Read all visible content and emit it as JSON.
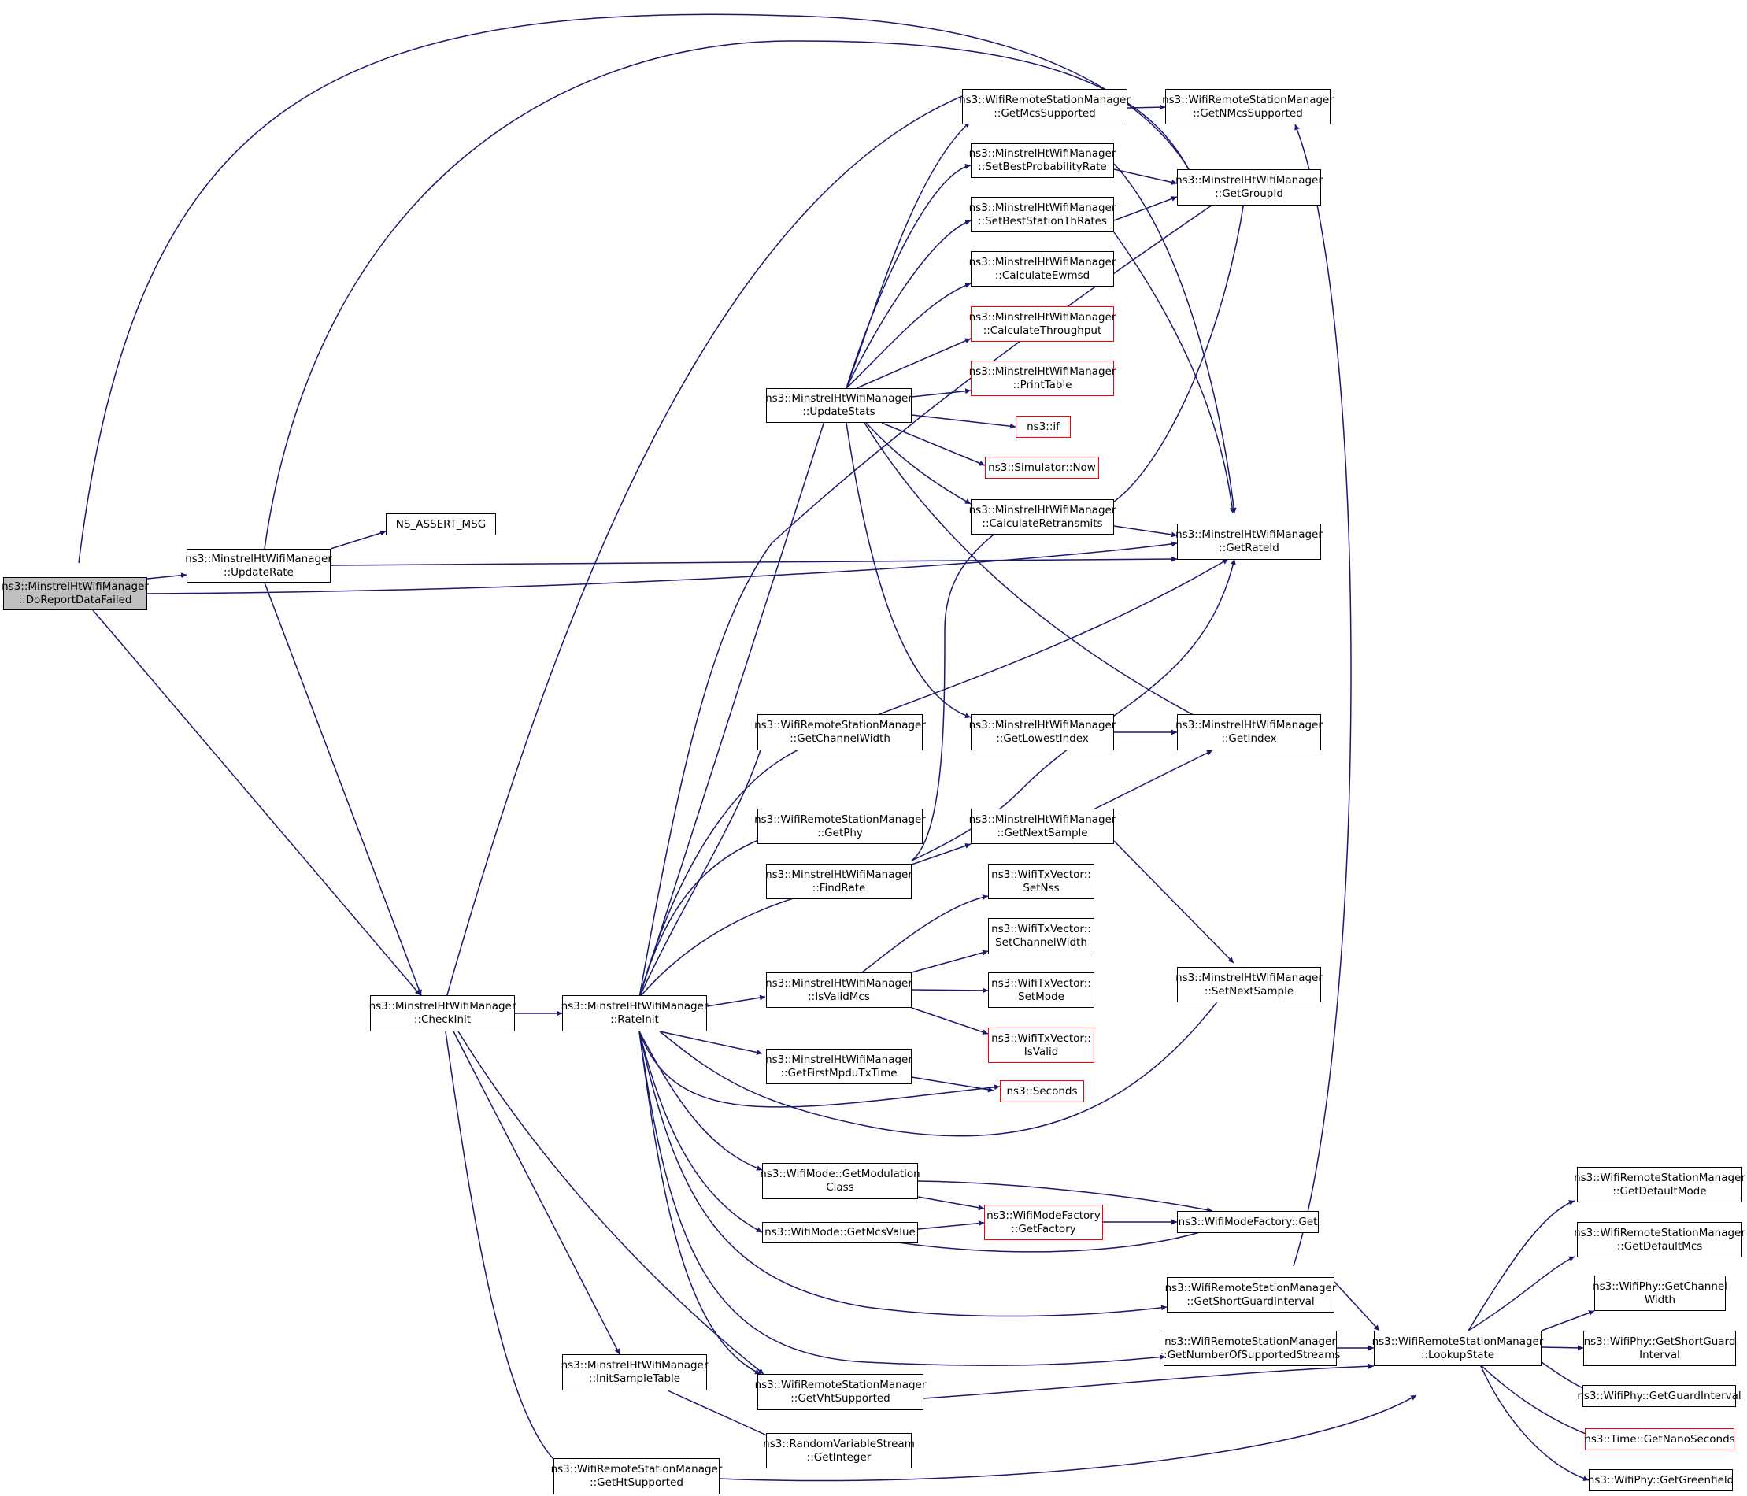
{
  "nodes": {
    "n0": {
      "l1": "ns3::MinstrelHtWifiManager",
      "l2": "::DoReportDataFailed"
    },
    "n1": {
      "l1": "ns3::MinstrelHtWifiManager",
      "l2": "::UpdateRate"
    },
    "n2": {
      "l1": "NS_ASSERT_MSG",
      "l2": ""
    },
    "n3": {
      "l1": "ns3::MinstrelHtWifiManager",
      "l2": "::CheckInit"
    },
    "n4": {
      "l1": "ns3::MinstrelHtWifiManager",
      "l2": "::RateInit"
    },
    "n5": {
      "l1": "ns3::MinstrelHtWifiManager",
      "l2": "::UpdateStats"
    },
    "n6": {
      "l1": "ns3::WifiRemoteStationManager",
      "l2": "::GetMcsSupported"
    },
    "n7": {
      "l1": "ns3::MinstrelHtWifiManager",
      "l2": "::SetBestProbabilityRate"
    },
    "n8": {
      "l1": "ns3::MinstrelHtWifiManager",
      "l2": "::SetBestStationThRates"
    },
    "n9": {
      "l1": "ns3::MinstrelHtWifiManager",
      "l2": "::CalculateEwmsd"
    },
    "n10": {
      "l1": "ns3::MinstrelHtWifiManager",
      "l2": "::CalculateThroughput"
    },
    "n11": {
      "l1": "ns3::MinstrelHtWifiManager",
      "l2": "::PrintTable"
    },
    "n12": {
      "l1": "ns3::if",
      "l2": ""
    },
    "n13": {
      "l1": "ns3::Simulator::Now",
      "l2": ""
    },
    "n14": {
      "l1": "ns3::MinstrelHtWifiManager",
      "l2": "::CalculateRetransmits"
    },
    "n15": {
      "l1": "ns3::WifiRemoteStationManager",
      "l2": "::GetNMcsSupported"
    },
    "n16": {
      "l1": "ns3::MinstrelHtWifiManager",
      "l2": "::GetGroupId"
    },
    "n17": {
      "l1": "ns3::MinstrelHtWifiManager",
      "l2": "::GetRateId"
    },
    "n18": {
      "l1": "ns3::MinstrelHtWifiManager",
      "l2": "::GetIndex"
    },
    "n19": {
      "l1": "ns3::MinstrelHtWifiManager",
      "l2": "::GetLowestIndex"
    },
    "n20": {
      "l1": "ns3::WifiRemoteStationManager",
      "l2": "::GetChannelWidth"
    },
    "n21": {
      "l1": "ns3::WifiRemoteStationManager",
      "l2": "::GetPhy"
    },
    "n22": {
      "l1": "ns3::MinstrelHtWifiManager",
      "l2": "::GetNextSample"
    },
    "n23": {
      "l1": "ns3::MinstrelHtWifiManager",
      "l2": "::FindRate"
    },
    "n24": {
      "l1": "ns3::WifiTxVector::",
      "l2": "SetNss"
    },
    "n25": {
      "l1": "ns3::WifiTxVector::",
      "l2": "SetChannelWidth"
    },
    "n26": {
      "l1": "ns3::MinstrelHtWifiManager",
      "l2": "::IsValidMcs"
    },
    "n27": {
      "l1": "ns3::WifiTxVector::",
      "l2": "SetMode"
    },
    "n28": {
      "l1": "ns3::WifiTxVector::",
      "l2": "IsValid"
    },
    "n29": {
      "l1": "ns3::MinstrelHtWifiManager",
      "l2": "::SetNextSample"
    },
    "n30": {
      "l1": "ns3::MinstrelHtWifiManager",
      "l2": "::GetFirstMpduTxTime"
    },
    "n31": {
      "l1": "ns3::Seconds",
      "l2": ""
    },
    "n32": {
      "l1": "ns3::WifiMode::GetModulation",
      "l2": "Class"
    },
    "n33": {
      "l1": "ns3::WifiModeFactory",
      "l2": "::GetFactory"
    },
    "n34": {
      "l1": "ns3::WifiModeFactory::Get",
      "l2": ""
    },
    "n35": {
      "l1": "ns3::WifiMode::GetMcsValue",
      "l2": ""
    },
    "n36": {
      "l1": "ns3::WifiRemoteStationManager",
      "l2": "::GetShortGuardInterval"
    },
    "n37": {
      "l1": "ns3::WifiRemoteStationManager",
      "l2": "::GetNumberOfSupportedStreams"
    },
    "n38": {
      "l1": "ns3::WifiRemoteStationManager",
      "l2": "::LookupState"
    },
    "n39": {
      "l1": "ns3::MinstrelHtWifiManager",
      "l2": "::InitSampleTable"
    },
    "n40": {
      "l1": "ns3::WifiRemoteStationManager",
      "l2": "::GetVhtSupported"
    },
    "n41": {
      "l1": "ns3::RandomVariableStream",
      "l2": "::GetInteger"
    },
    "n42": {
      "l1": "ns3::WifiRemoteStationManager",
      "l2": "::GetHtSupported"
    },
    "n43": {
      "l1": "ns3::WifiRemoteStationManager",
      "l2": "::GetDefaultMode"
    },
    "n44": {
      "l1": "ns3::WifiRemoteStationManager",
      "l2": "::GetDefaultMcs"
    },
    "n45": {
      "l1": "ns3::WifiPhy::GetChannel",
      "l2": "Width"
    },
    "n46": {
      "l1": "ns3::WifiPhy::GetShortGuard",
      "l2": "Interval"
    },
    "n47": {
      "l1": "ns3::WifiPhy::GetGuardInterval",
      "l2": ""
    },
    "n48": {
      "l1": "ns3::Time::GetNanoSeconds",
      "l2": ""
    },
    "n49": {
      "l1": "ns3::WifiPhy::GetGreenfield",
      "l2": ""
    }
  },
  "colors": {
    "edge": "#191970",
    "root_fill": "#bfbfbf",
    "node_border": "#000000",
    "truncated_border": "#ff0000"
  }
}
